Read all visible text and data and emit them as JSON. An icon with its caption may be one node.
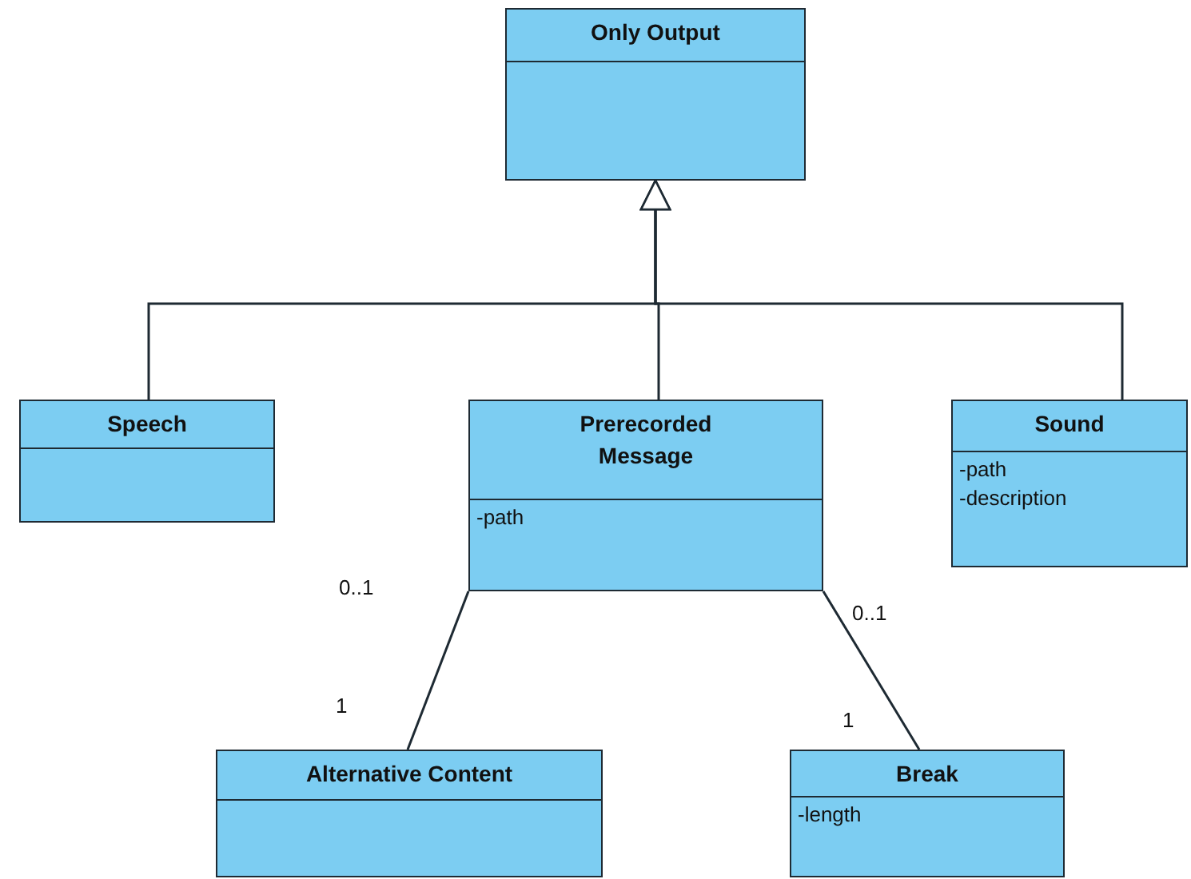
{
  "diagram": {
    "nodes": [
      {
        "text": [
          "Only Output"
        ]
      },
      {
        "text": [
          "Speech"
        ]
      },
      {
        "text": [
          "Prerecorded Message",
          "-path"
        ]
      },
      {
        "text": [
          "Sound",
          "-path",
          "-description"
        ]
      },
      {
        "text": [
          "Alternative Content"
        ]
      },
      {
        "text": [
          "Break",
          "-length"
        ]
      }
    ],
    "edges": [
      {
        "from": 1,
        "to": 0,
        "arrow": "to"
      },
      {
        "from": 2,
        "to": 0,
        "arrow": "to"
      },
      {
        "from": 3,
        "to": 0,
        "arrow": "to"
      },
      {
        "from": 2,
        "to": 4,
        "arrow": "none"
      },
      {
        "from": 2,
        "to": 5,
        "arrow": "none"
      }
    ],
    "labels": [
      "0..1",
      "0..1",
      "1",
      "1"
    ]
  }
}
